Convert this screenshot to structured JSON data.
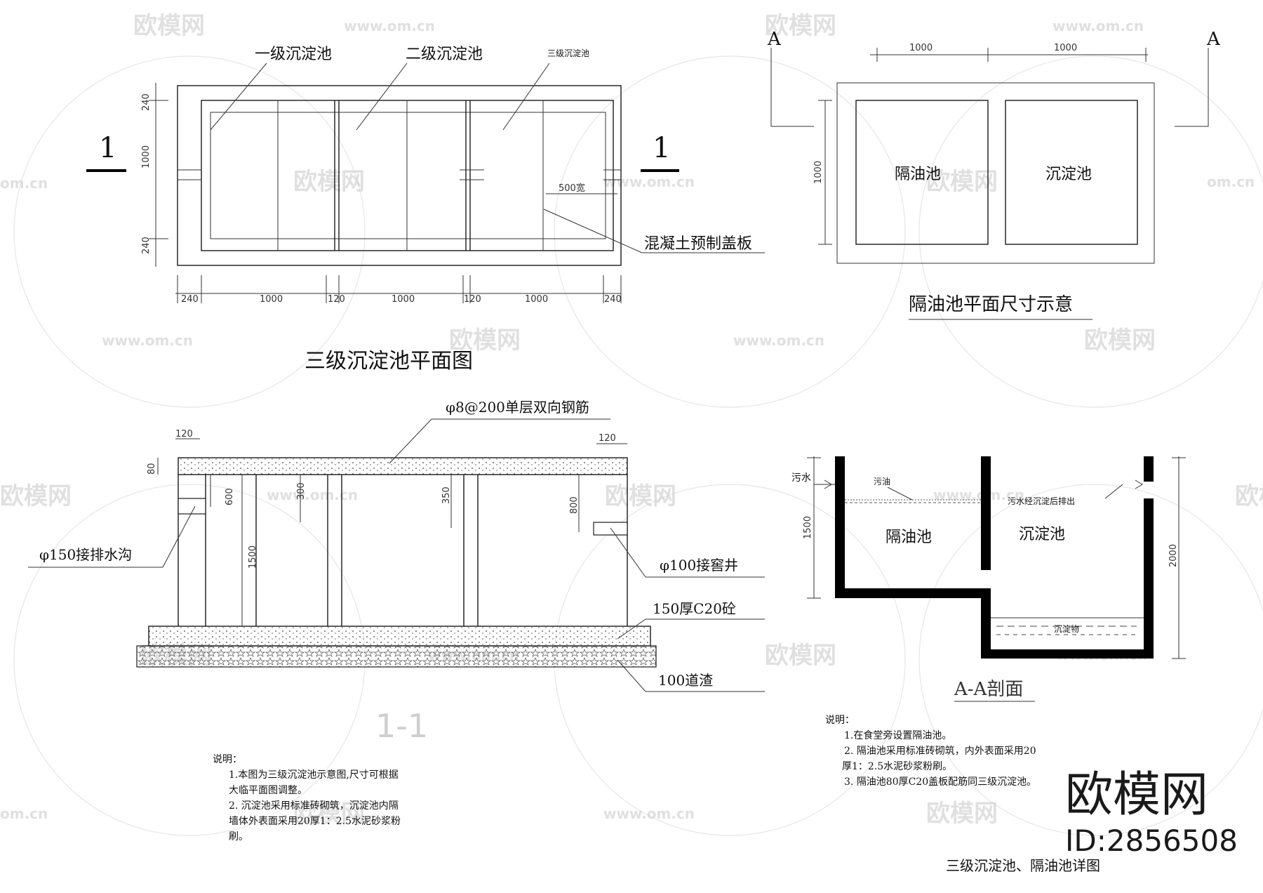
{
  "watermark": {
    "brand": "欧模网",
    "url": "www.om.cn",
    "url_short": "om.cn"
  },
  "plan": {
    "title": "三级沉淀池平面图",
    "tank1": "一级沉淀池",
    "tank2": "二级沉淀池",
    "tank3": "三级沉淀池",
    "cover": "混凝土预制盖板",
    "cover_width": "500宽",
    "section_mark": "1",
    "dims_bottom": [
      "240",
      "1000",
      "120",
      "1000",
      "120",
      "1000",
      "240"
    ],
    "dims_left": [
      "240",
      "1000",
      "240"
    ]
  },
  "oil_plan": {
    "title": "隔油池平面尺寸示意",
    "mark": "A",
    "left": "隔油池",
    "right": "沉淀池",
    "dims_top": [
      "1000",
      "1000"
    ],
    "dim_left": "1000"
  },
  "section": {
    "title": "1-1",
    "rebar": "φ8@200单层双向钢筋",
    "inlet": "φ150接排水沟",
    "outlet": "φ100接窖井",
    "concrete": "150厚C20砼",
    "ballast": "100道渣",
    "dims": [
      "120",
      "120",
      "80",
      "600",
      "300",
      "350",
      "800",
      "1500"
    ]
  },
  "aa": {
    "title": "A-A剖面",
    "sewage": "污水",
    "oil": "污油",
    "left": "隔油池",
    "right": "沉淀池",
    "note": "污水经沉淀后排出",
    "sediment": "沉淀物",
    "dim_left": "1500",
    "dim_right": "2000"
  },
  "notes_left": {
    "heading": "说明：",
    "lines": [
      "1.本图为三级沉淀池示意图,尺寸可根据",
      "大临平面图调整。",
      "2. 沉淀池采用标准砖砌筑，沉淀池内隔",
      "墙体外表面采用20厚1：2.5水泥砂浆粉",
      "刷。"
    ]
  },
  "notes_right": {
    "heading": "说明：",
    "lines": [
      "1.在食堂旁设置隔油池。",
      "2. 隔油池采用标准砖砌筑，内外表面采用20",
      "厚1：2.5水泥砂浆粉刷。",
      "3. 隔油池80厚C20盖板配筋同三级沉淀池。"
    ]
  },
  "sheet_title": "三级沉淀池、隔油池详图",
  "brand": {
    "name": "欧模网",
    "id": "ID:2856508"
  }
}
